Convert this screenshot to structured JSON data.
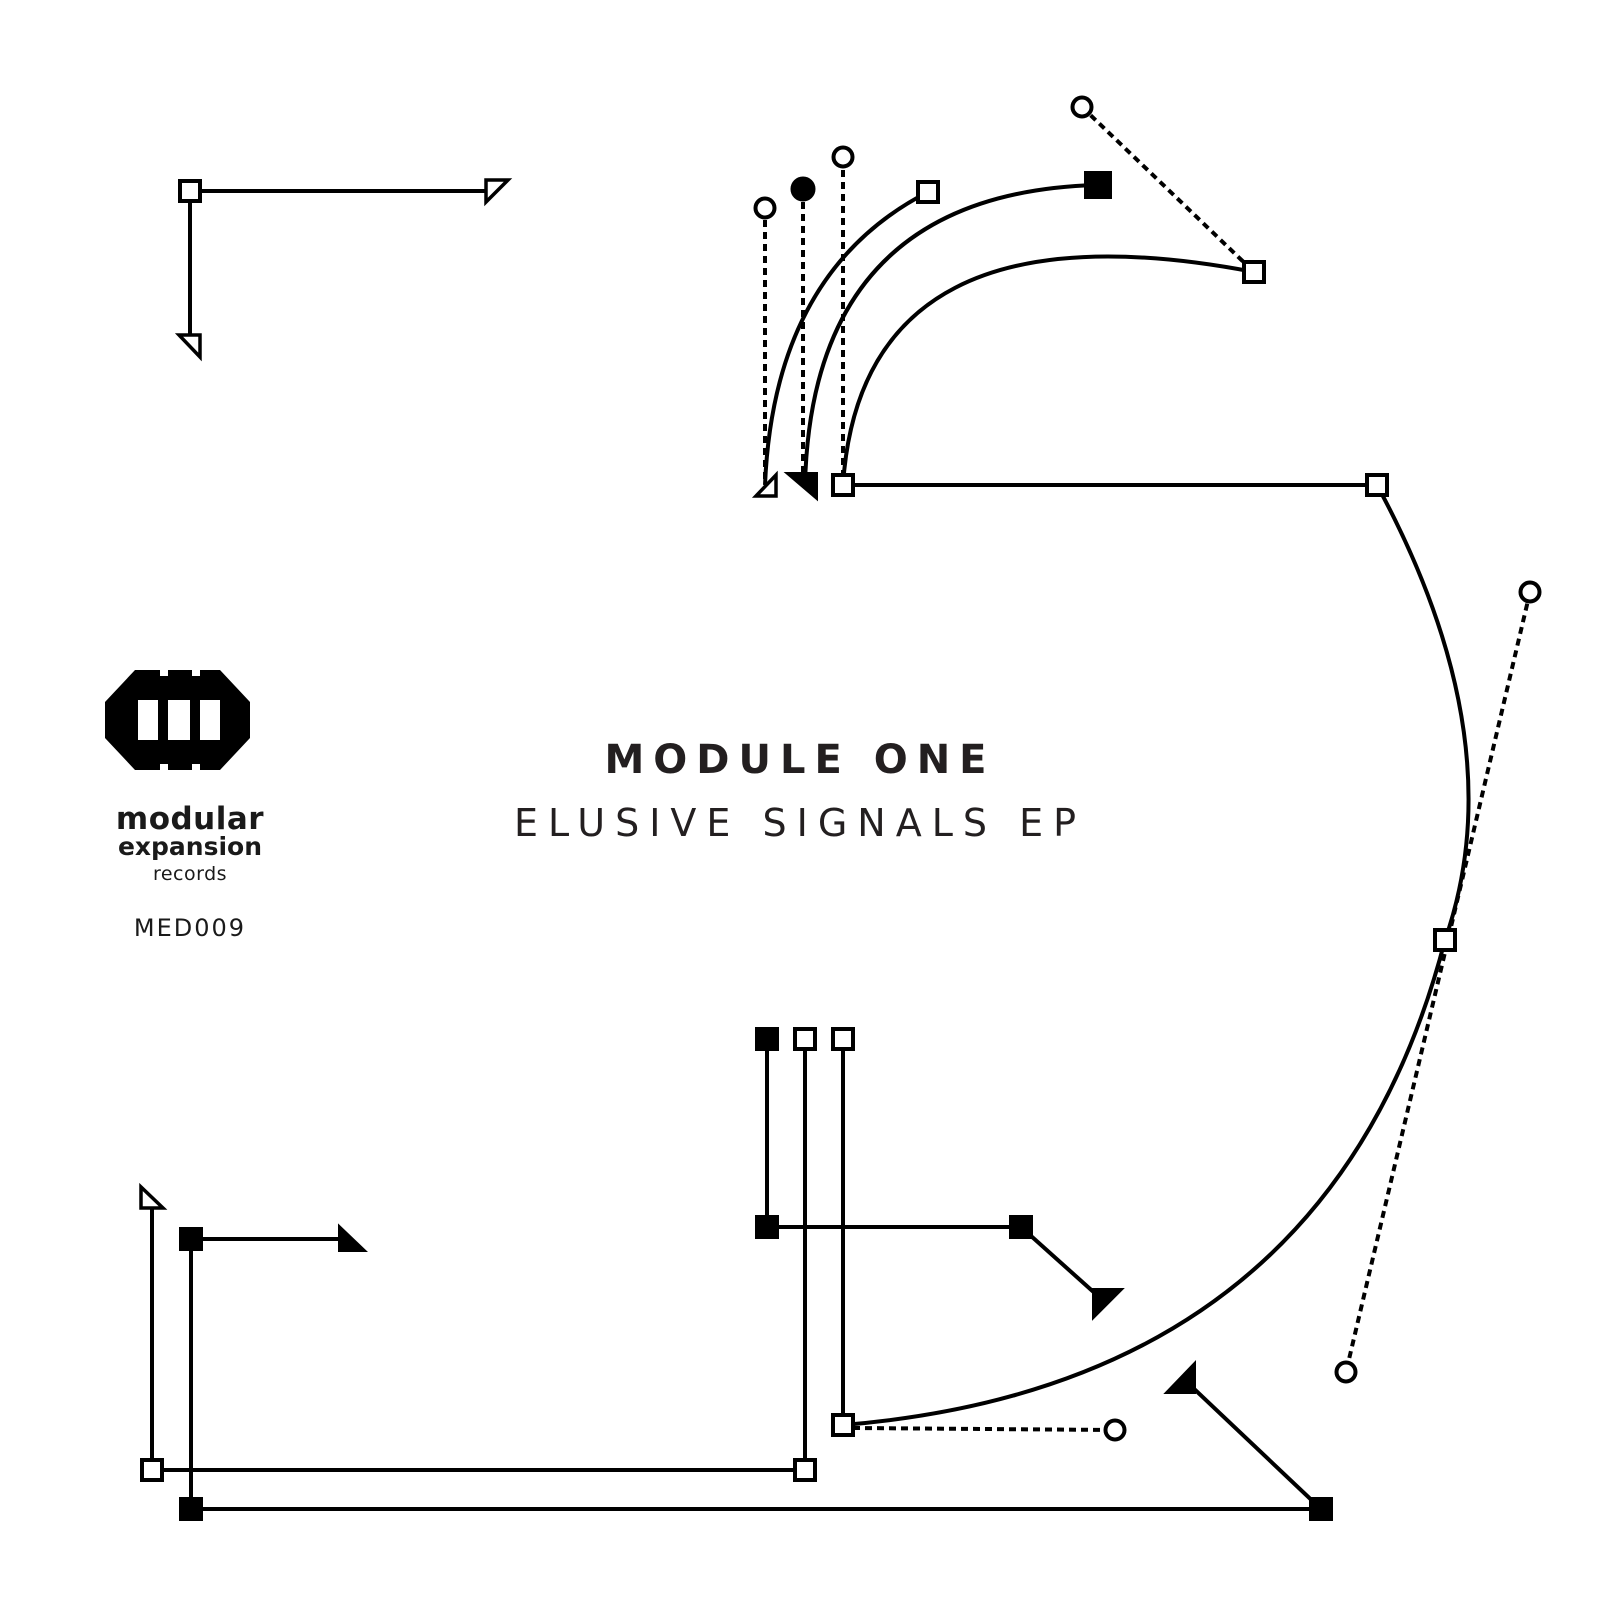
{
  "artist": "MODULE ONE",
  "release_title": "ELUSIVE SIGNALS EP",
  "label": {
    "line1": "modular",
    "line2": "expansion",
    "line3": "records",
    "catalog_number": "MED009",
    "logo_icon": "modular-expansion-logo-icon"
  },
  "colors": {
    "ink": "#000000",
    "text": "#231f20",
    "background": "#ffffff"
  }
}
